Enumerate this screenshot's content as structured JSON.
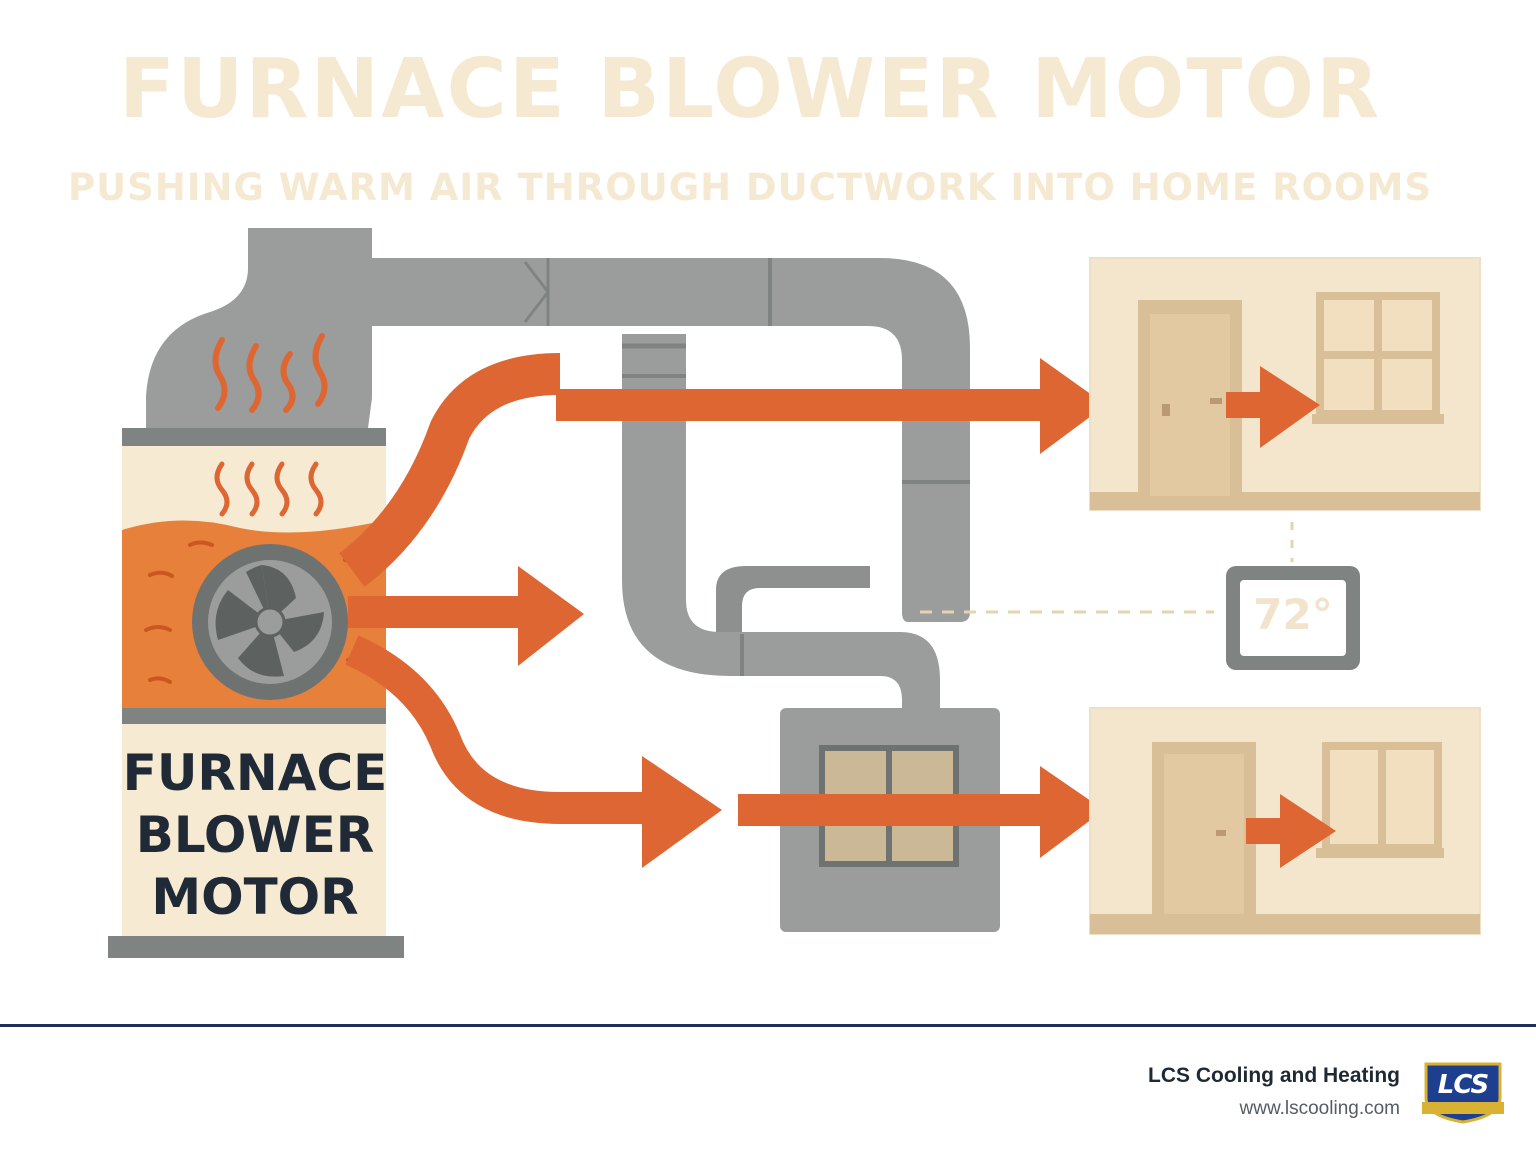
{
  "title": "FURNACE BLOWER MOTOR",
  "subtitle": "PUSHING WARM AIR THROUGH DUCTWORK INTO HOME ROOMS",
  "furnace": {
    "label_lines": [
      "FURNACE",
      "BLOWER",
      "MOTOR"
    ]
  },
  "thermostat": {
    "reading": "72°"
  },
  "footer": {
    "company": "LCS Cooling and Heating",
    "website": "www.lscooling.com",
    "logo_text": "LCS"
  },
  "colors": {
    "duct": "#9a9d9b",
    "duct_shadow": "#7f8382",
    "airflow": "#dd6633",
    "furnace_body": "#f7ead3",
    "heat_zone": "#e6803a",
    "room_wall": "#f4e6cc",
    "room_floor": "#d8bf98",
    "dark_gray": "#6e7371",
    "divider": "#1e2f5a"
  },
  "icons": [
    "fan-icon",
    "heat-wave-icon",
    "door-icon",
    "window-icon",
    "thermostat-icon",
    "logo-shield-icon"
  ]
}
